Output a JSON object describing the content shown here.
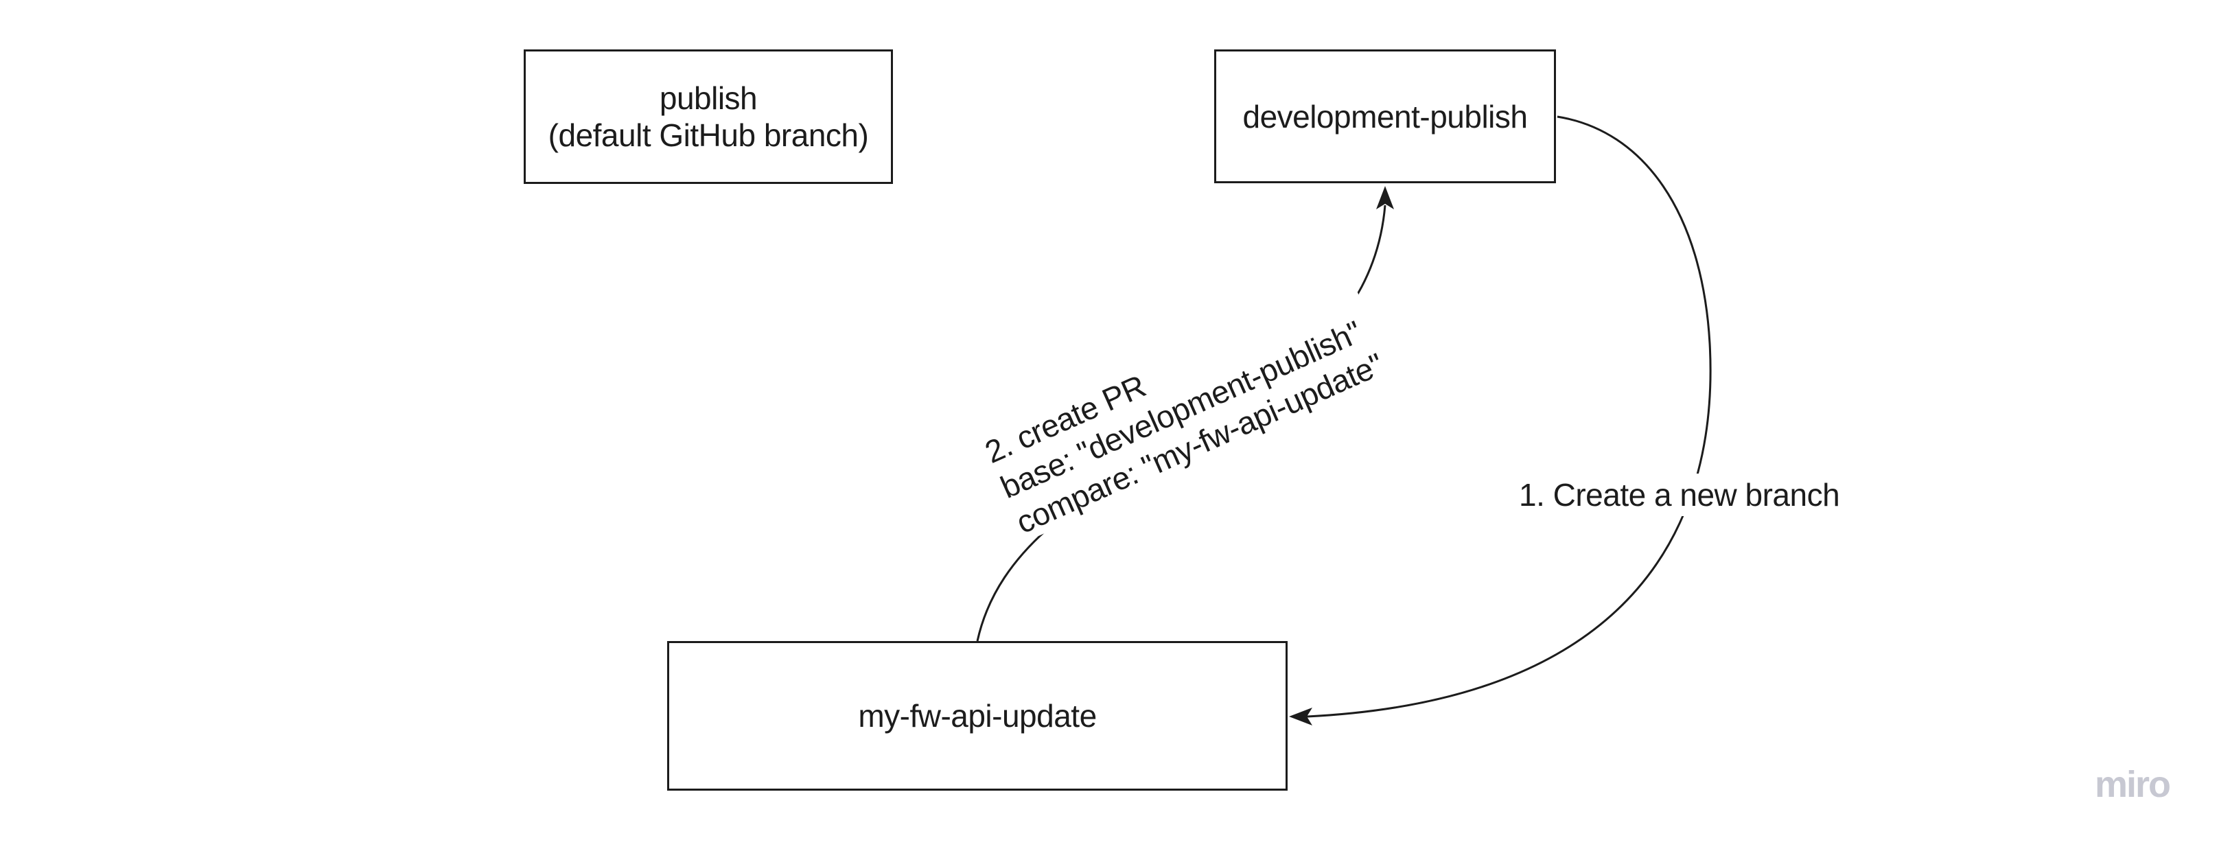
{
  "board": {
    "background": "#ffffff"
  },
  "colors": {
    "stroke": "#1c1c1c",
    "text": "#1c1c1c",
    "watermark": "#c7c8d2"
  },
  "nodes": {
    "publish": {
      "lines": [
        "publish",
        "(default GitHub branch)"
      ]
    },
    "development_publish": {
      "label": "development-publish"
    },
    "my_fw_api_update": {
      "label": "my-fw-api-update"
    }
  },
  "edges": {
    "create_branch": {
      "label": "1. Create a new branch",
      "from": "development-publish (right-middle)",
      "to": "my-fw-api-update (right-middle)"
    },
    "create_pr": {
      "lines": [
        "2. create PR",
        "base: \"development-publish\"",
        "compare: \"my-fw-api-update\""
      ],
      "from": "my-fw-api-update (top-middle)",
      "to": "development-publish (bottom-middle)"
    }
  },
  "watermark": {
    "label": "miro"
  }
}
